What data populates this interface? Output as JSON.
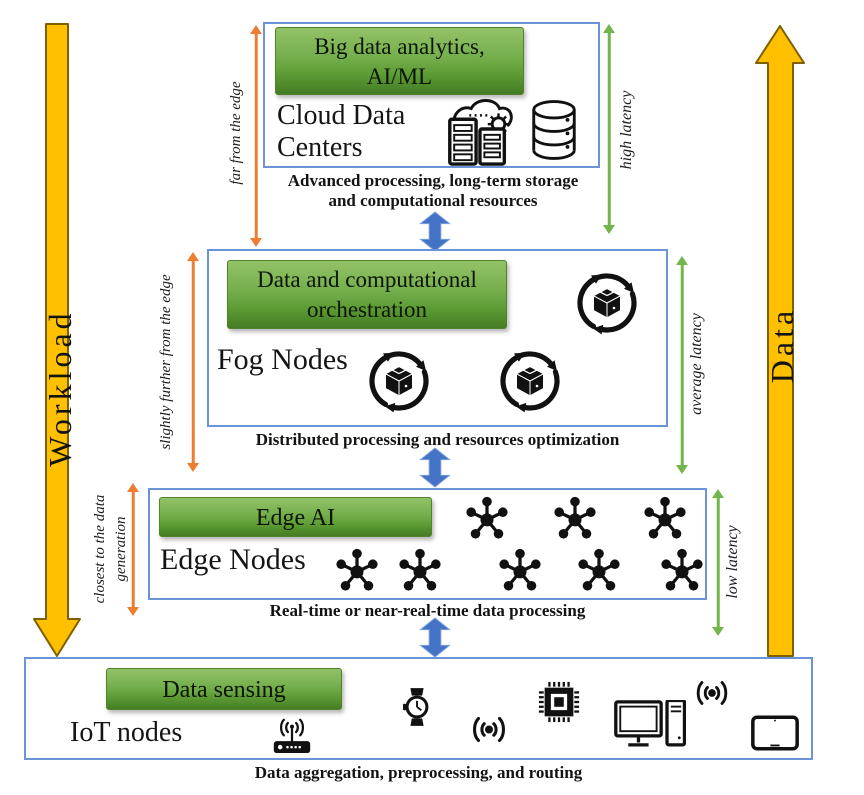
{
  "side_arrows": {
    "workload": "Workload",
    "data": "Data"
  },
  "cloud": {
    "green_line1": "Big data analytics,",
    "green_line2": "AI/ML",
    "title_line1": "Cloud Data",
    "title_line2": "Centers",
    "caption_line1": "Advanced processing, long-term storage",
    "caption_line2": "and computational resources",
    "left_label": "far from the edge",
    "right_label": "high latency"
  },
  "fog": {
    "green_line1": "Data and computational",
    "green_line2": "orchestration",
    "title": "Fog Nodes",
    "caption": "Distributed processing and resources optimization",
    "left_label": "slightly further from the edge",
    "right_label": "average latency"
  },
  "edge": {
    "green_label": "Edge AI",
    "title": "Edge Nodes",
    "caption": "Real-time or near-real-time data processing",
    "left_label_line1": "closest to the data",
    "left_label_line2": "generation",
    "right_label": "low latency"
  },
  "iot": {
    "green_label": "Data sensing",
    "title": "IoT nodes",
    "caption": "Data aggregation, preprocessing, and routing"
  },
  "colors": {
    "workload_data_arrow_fill": "#FFC000",
    "workload_data_arrow_border": "#7F6000",
    "proximity_arrow": "#ED7D31",
    "latency_arrow": "#72B54A",
    "layer_connector_arrow": "#4472C4",
    "box_border": "#6A93D8",
    "green_box_top": "#93C268",
    "green_box_bottom": "#447C24"
  },
  "icons": {
    "cloud_layer": [
      "cloud-servers-icon",
      "database-icon"
    ],
    "fog_layer": [
      "orchestration-icon",
      "orchestration-icon",
      "orchestration-icon"
    ],
    "edge_layer": "edge-node-icon x8",
    "iot_layer": [
      "router-icon",
      "smartwatch-icon",
      "wireless-icon",
      "chip-icon",
      "desktop-computer-icon",
      "wireless-icon",
      "tablet-icon"
    ]
  }
}
